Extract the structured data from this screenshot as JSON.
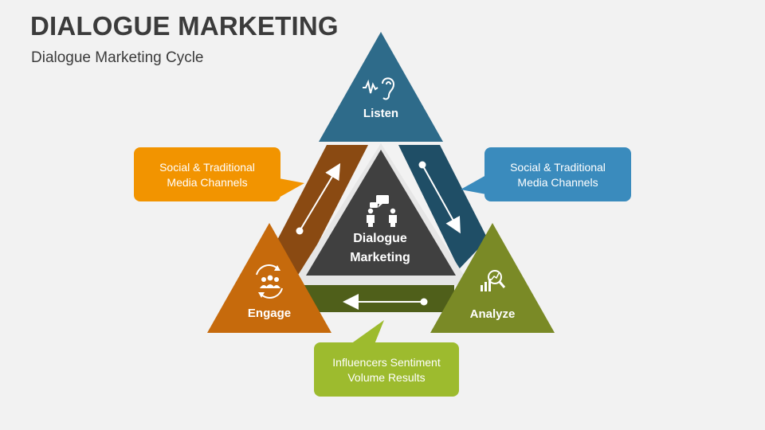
{
  "header": {
    "title": "DIALOGUE MARKETING",
    "subtitle": "Dialogue Marketing Cycle"
  },
  "center": {
    "line1": "Dialogue",
    "line2": "Marketing",
    "icon": "people-conversation-icon",
    "color": "#404040"
  },
  "nodes": [
    {
      "label": "Listen",
      "icon": "ear-sound-icon",
      "color": "#2e6b8a"
    },
    {
      "label": "Analyze",
      "icon": "chart-magnifier-icon",
      "color": "#7a8a26"
    },
    {
      "label": "Engage",
      "icon": "team-cycle-icon",
      "color": "#c66a0c"
    }
  ],
  "callouts": [
    {
      "line1": "Social & Traditional",
      "line2": "Media Channels",
      "color": "#f29400"
    },
    {
      "line1": "Social & Traditional",
      "line2": "Media Channels",
      "color": "#3a8bbd"
    },
    {
      "line1": "Influencers Sentiment",
      "line2": "Volume Results",
      "color": "#9dbb2e"
    }
  ],
  "bands": {
    "engage_to_listen": "#8a4a12",
    "listen_to_analyze": "#1f4e66",
    "analyze_to_engage": "#4f5f1a"
  }
}
